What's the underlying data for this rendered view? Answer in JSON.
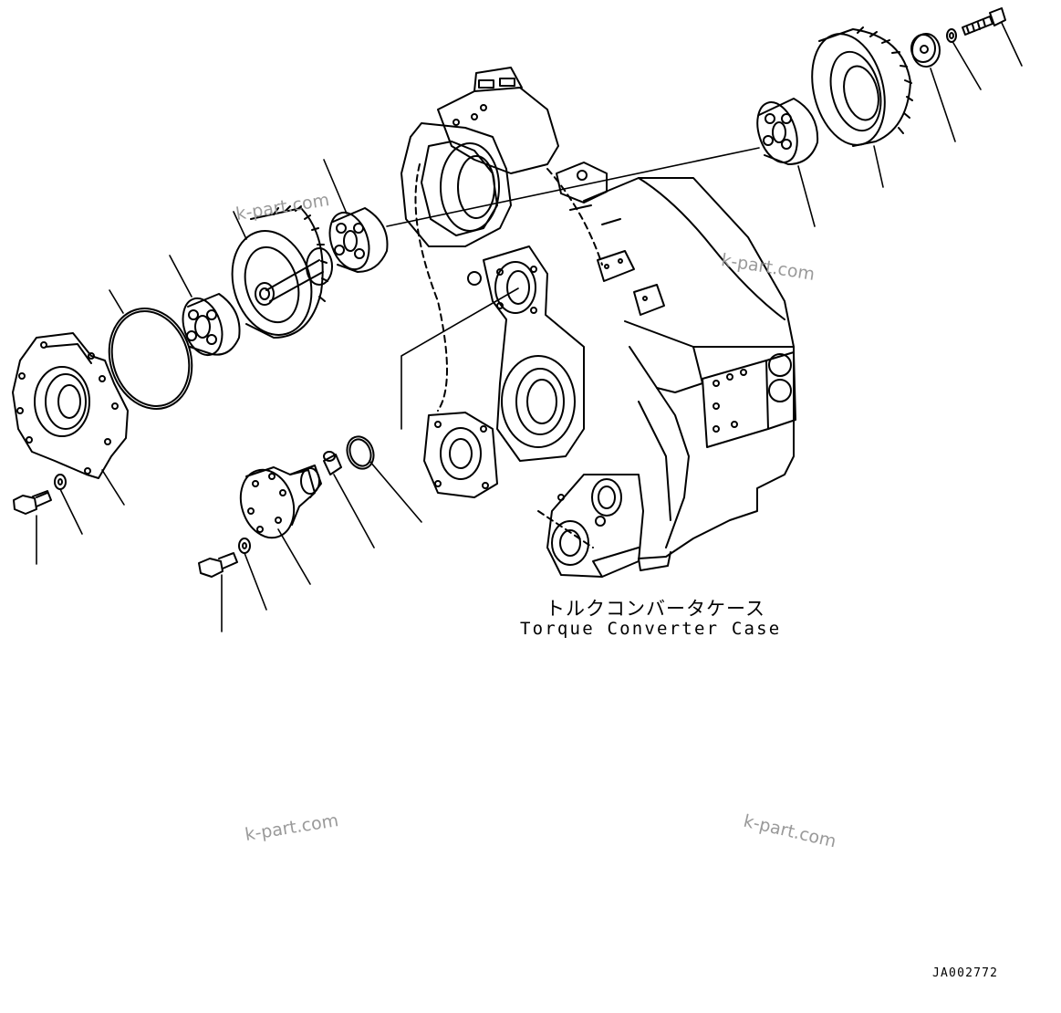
{
  "diagram": {
    "case_label_jp": "トルクコンバータケース",
    "case_label_en": "Torque Converter Case",
    "drawing_code": "JA002772"
  },
  "watermarks": [
    "k-part.com",
    "k-part.com",
    "k-part.com",
    "k-part.com"
  ],
  "colors": {
    "line": "#000000",
    "background": "#ffffff",
    "watermark": "#9a9a9a"
  }
}
